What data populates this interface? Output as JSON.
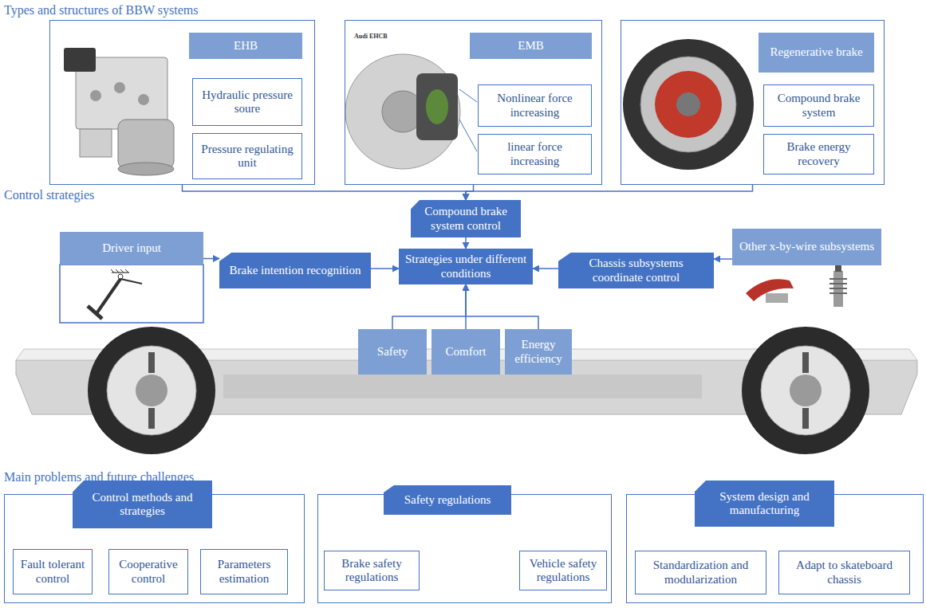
{
  "diagram": {
    "nodes": [
      {
        "text": [
          "EHB"
        ]
      },
      {
        "text": [
          "Hydraulic pressure soure"
        ],
        "in": 0
      },
      {
        "text": [
          "Pressure regulating unit"
        ],
        "in": 0
      },
      {
        "text": [
          "EMB"
        ]
      },
      {
        "text": [
          "Nonlinear force increasing"
        ],
        "in": 3
      },
      {
        "text": [
          "linear force increasing"
        ],
        "in": 3
      },
      {
        "text": [
          "Regenerative brake"
        ]
      },
      {
        "text": [
          "Compound brake system"
        ],
        "in": 6
      },
      {
        "text": [
          "Brake energy recovery"
        ],
        "in": 6
      },
      {
        "text": [
          "Compound brake system control"
        ]
      },
      {
        "text": [
          "Driver input"
        ]
      },
      {
        "text": [
          "Brake intention recognition"
        ]
      },
      {
        "text": [
          "Strategies under different conditions"
        ]
      },
      {
        "text": [
          "Chassis subsystems coordinate control"
        ]
      },
      {
        "text": [
          "Other x-by-wire subsystems"
        ]
      },
      {
        "text": [
          "Safety"
        ]
      },
      {
        "text": [
          "Comfort"
        ]
      },
      {
        "text": [
          "Energy efficiency"
        ]
      },
      {
        "text": [
          "Control methods and strategies"
        ]
      },
      {
        "text": [
          "Fault tolerant control"
        ],
        "in": 18
      },
      {
        "text": [
          "Cooperative control"
        ],
        "in": 18
      },
      {
        "text": [
          "Parameters estimation"
        ],
        "in": 18
      },
      {
        "text": [
          "Safety regulations"
        ]
      },
      {
        "text": [
          "Brake safety regulations"
        ],
        "in": 22
      },
      {
        "text": [
          "Vehicle safety regulations"
        ],
        "in": 22
      },
      {
        "text": [
          "System design and manufacturing"
        ]
      },
      {
        "text": [
          "Standardization and modularization"
        ],
        "in": 25
      },
      {
        "text": [
          "Adapt to skateboard chassis"
        ],
        "in": 25
      }
    ],
    "edges": [
      {
        "from": 0,
        "to": 9,
        "arrow": "to"
      },
      {
        "from": 3,
        "to": 9,
        "arrow": "to"
      },
      {
        "from": 6,
        "to": 9,
        "arrow": "to"
      },
      {
        "from": 9,
        "to": 12,
        "arrow": "to"
      },
      {
        "from": 10,
        "to": 11,
        "arrow": "to"
      },
      {
        "from": 11,
        "to": 12,
        "arrow": "to"
      },
      {
        "from": 14,
        "to": 13,
        "arrow": "to"
      },
      {
        "from": 13,
        "to": 12,
        "arrow": "to"
      },
      {
        "from": 15,
        "to": 12,
        "arrow": "to"
      },
      {
        "from": 16,
        "to": 12,
        "arrow": "to"
      },
      {
        "from": 17,
        "to": 12,
        "arrow": "to"
      }
    ],
    "labels": [
      "Types and structures of BBW systems",
      "Control strategies",
      "Main problems and future challenges",
      "Audi EHCB"
    ]
  }
}
